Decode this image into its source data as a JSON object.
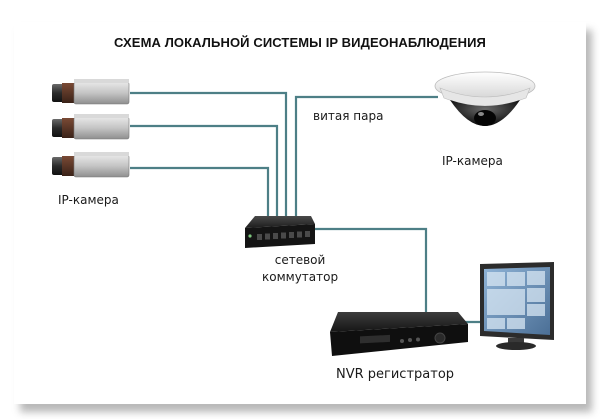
{
  "title": "СХЕМА ЛОКАЛЬНОЙ СИСТЕМЫ IP ВИДЕОНАБЛЮДЕНИЯ",
  "labels": {
    "twisted_pair": "витая пара",
    "ip_camera_right": "IP-камера",
    "ip_camera_left": "IP-камера",
    "switch_line1": "сетевой",
    "switch_line2": "коммутатор",
    "nvr": "NVR регистратор"
  },
  "colors": {
    "cable": "#4d7f86",
    "frame_shadow": "#9a9a9a",
    "device_dark": "#1c1c1c",
    "camera_body": "#c9c9c9"
  },
  "icons": {
    "box_camera": "box-camera-icon",
    "dome_camera": "dome-camera-icon",
    "network_switch": "network-switch-icon",
    "nvr_recorder": "nvr-recorder-icon",
    "monitor": "monitor-icon"
  }
}
